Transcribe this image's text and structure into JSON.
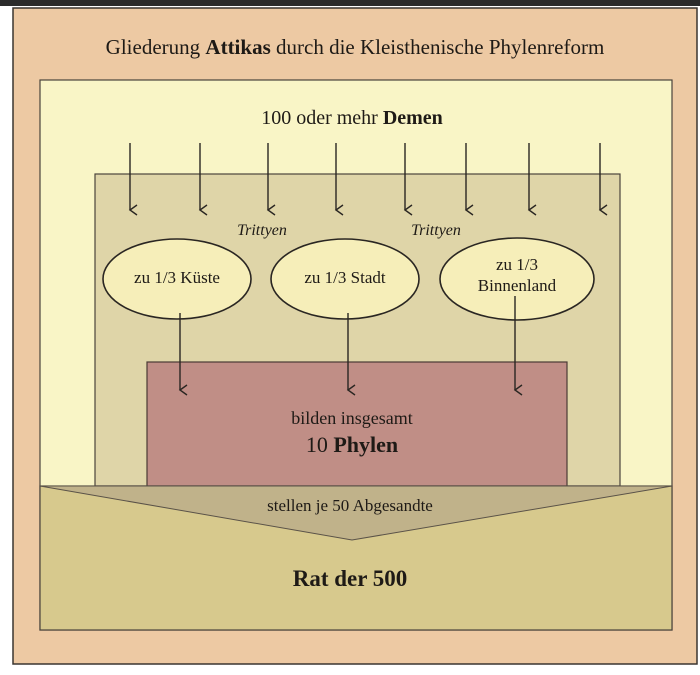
{
  "title": {
    "prefix": "Gliederung",
    "strong": "Attikas",
    "suffix": "durch die Kleisthenische Phylenreform"
  },
  "demen": {
    "prefix": "100 oder mehr",
    "strong": "Demen"
  },
  "trittyen_label": "Trittyen",
  "groups": [
    {
      "line1": "zu 1/3 Küste"
    },
    {
      "line1": "zu 1/3 Stadt"
    },
    {
      "line1": "zu 1/3",
      "line2": "Binnenland"
    }
  ],
  "phylen": {
    "line1": "bilden insgesamt",
    "number": "10",
    "strong": "Phylen"
  },
  "abgesandte": "stellen je 50 Abgesandte",
  "rat": "Rat der 500",
  "colors": {
    "outer_frame": "#edc9a3",
    "demen_panel": "#f9f5c6",
    "trittyen_panel": "#dfd5a8",
    "ellipse": "#f6eeb9",
    "phylen_box": "#c08e86",
    "rat_panel": "#d7c98d",
    "arrow_triangle": "#c0b28a"
  }
}
